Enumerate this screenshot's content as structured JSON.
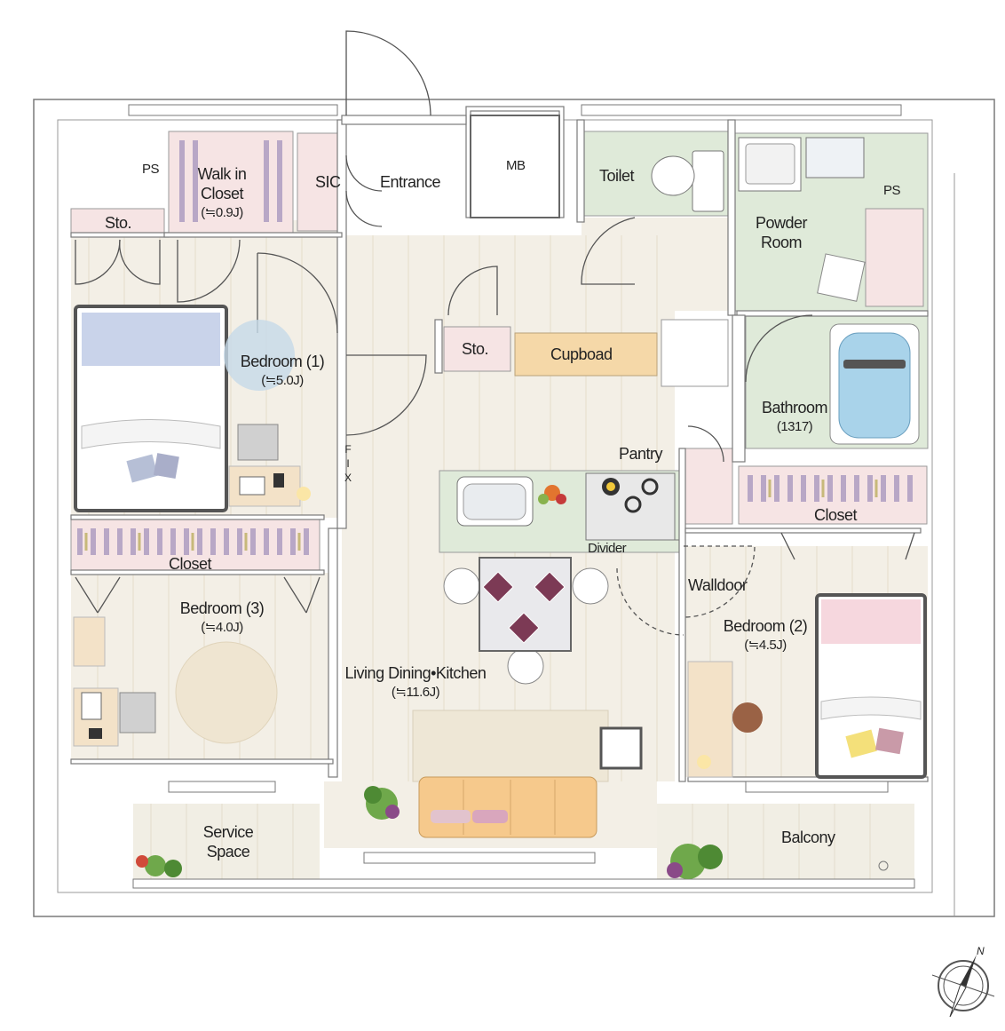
{
  "colors": {
    "wall": "#ffffff",
    "wall_line": "#7a7a7a",
    "floor": "#f3efe6",
    "wet_area": "#dfead9",
    "storage": "#f6e4e4",
    "balcony": "#f1eee4",
    "bath_water": "#a9d3ea",
    "counter": "#dfead9",
    "cupboard": "#f5d8a8",
    "sofa": "#f6c98c",
    "rug": "#eee7d6"
  },
  "rooms": {
    "ps_left": "PS",
    "walk_in_closet": [
      "Walk in",
      "Closet",
      "(≒0.9J)"
    ],
    "sic": "SIC",
    "entrance": "Entrance",
    "mb": "MB",
    "toilet": "Toilet",
    "ps_right": "PS",
    "powder_room": [
      "Powder",
      "Room"
    ],
    "sto_left": "Sto.",
    "sto_center": "Sto.",
    "cupboard": "Cupboad",
    "bedroom1": [
      "Bedroom (1)",
      "(≒5.0J)"
    ],
    "fix": [
      "F",
      "I",
      "X"
    ],
    "bathroom": [
      "Bathroom",
      "(1317)"
    ],
    "pantry": "Pantry",
    "closet_right": "Closet",
    "closet_left": "Closet",
    "divider": "Divider",
    "walldoor": "Walldoor",
    "bedroom3": [
      "Bedroom (3)",
      "(≒4.0J)"
    ],
    "bedroom2": [
      "Bedroom (2)",
      "(≒4.5J)"
    ],
    "ldk": [
      "Living Dining•Kitchen",
      "(≒11.6J)"
    ],
    "service_space": [
      "Service",
      "Space"
    ],
    "balcony": "Balcony"
  },
  "compass": {
    "north_label": "N"
  }
}
